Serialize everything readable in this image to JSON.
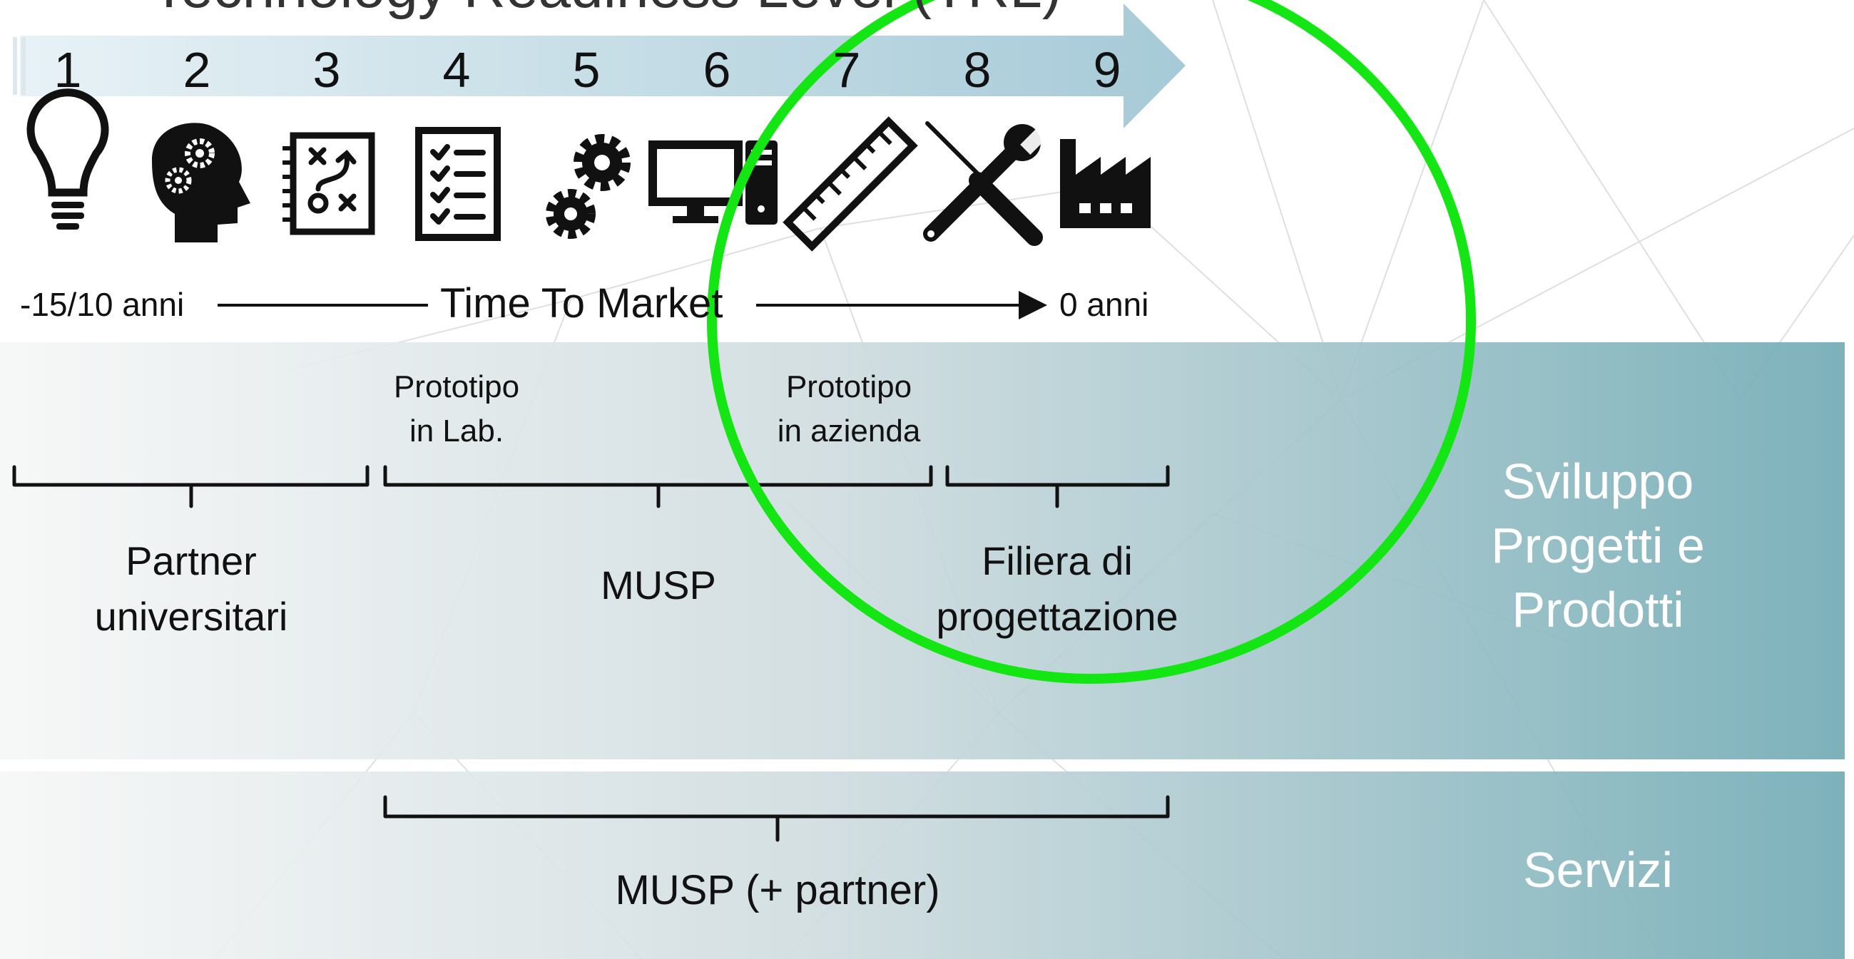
{
  "title_partial": "Technology Readiness Level (TRL)",
  "trl_levels": [
    "1",
    "2",
    "3",
    "4",
    "5",
    "6",
    "7",
    "8",
    "9"
  ],
  "level_icons": [
    "lightbulb-icon",
    "head-gears-icon",
    "strategy-board-icon",
    "checklist-icon",
    "gears-icon",
    "computer-icon",
    "ruler-icon",
    "tools-icon",
    "factory-icon"
  ],
  "timeline": {
    "start_label": "-15/10 anni",
    "center_label": "Time To Market",
    "end_label": "0 anni"
  },
  "milestones": {
    "lab": [
      "Prototipo",
      "in Lab."
    ],
    "company": [
      "Prototipo",
      "in azienda"
    ]
  },
  "groups": {
    "partner": [
      "Partner",
      "universitari"
    ],
    "musp": "MUSP",
    "filiera": [
      "Filiera di",
      "progettazione"
    ],
    "services": "MUSP (+ partner)"
  },
  "bands": {
    "development": [
      "Sviluppo",
      "Progetti e",
      "Prodotti"
    ],
    "services": "Servizi"
  },
  "colors": {
    "arrow_light": "#e6f1f5",
    "arrow_dark": "#a9ccd8",
    "band_start": "#f4f6f7",
    "band_end": "#76aeb8",
    "highlight_circle": "#14e614",
    "ink": "#111111"
  }
}
